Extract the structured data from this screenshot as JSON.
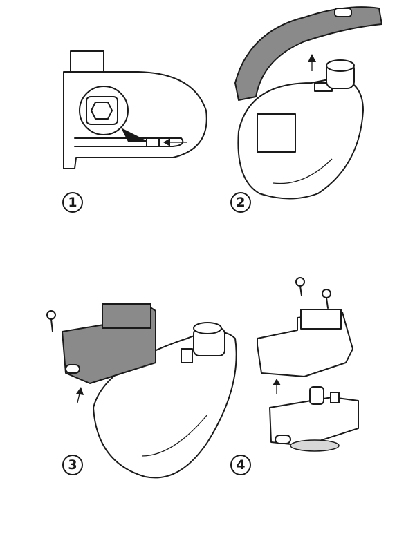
{
  "steps": [
    {
      "number": "1"
    },
    {
      "number": "2"
    },
    {
      "number": "3"
    },
    {
      "number": "4"
    }
  ],
  "colors": {
    "line": "#1a1a1a",
    "shackle": "#8a8a8a",
    "background": "#ffffff"
  }
}
